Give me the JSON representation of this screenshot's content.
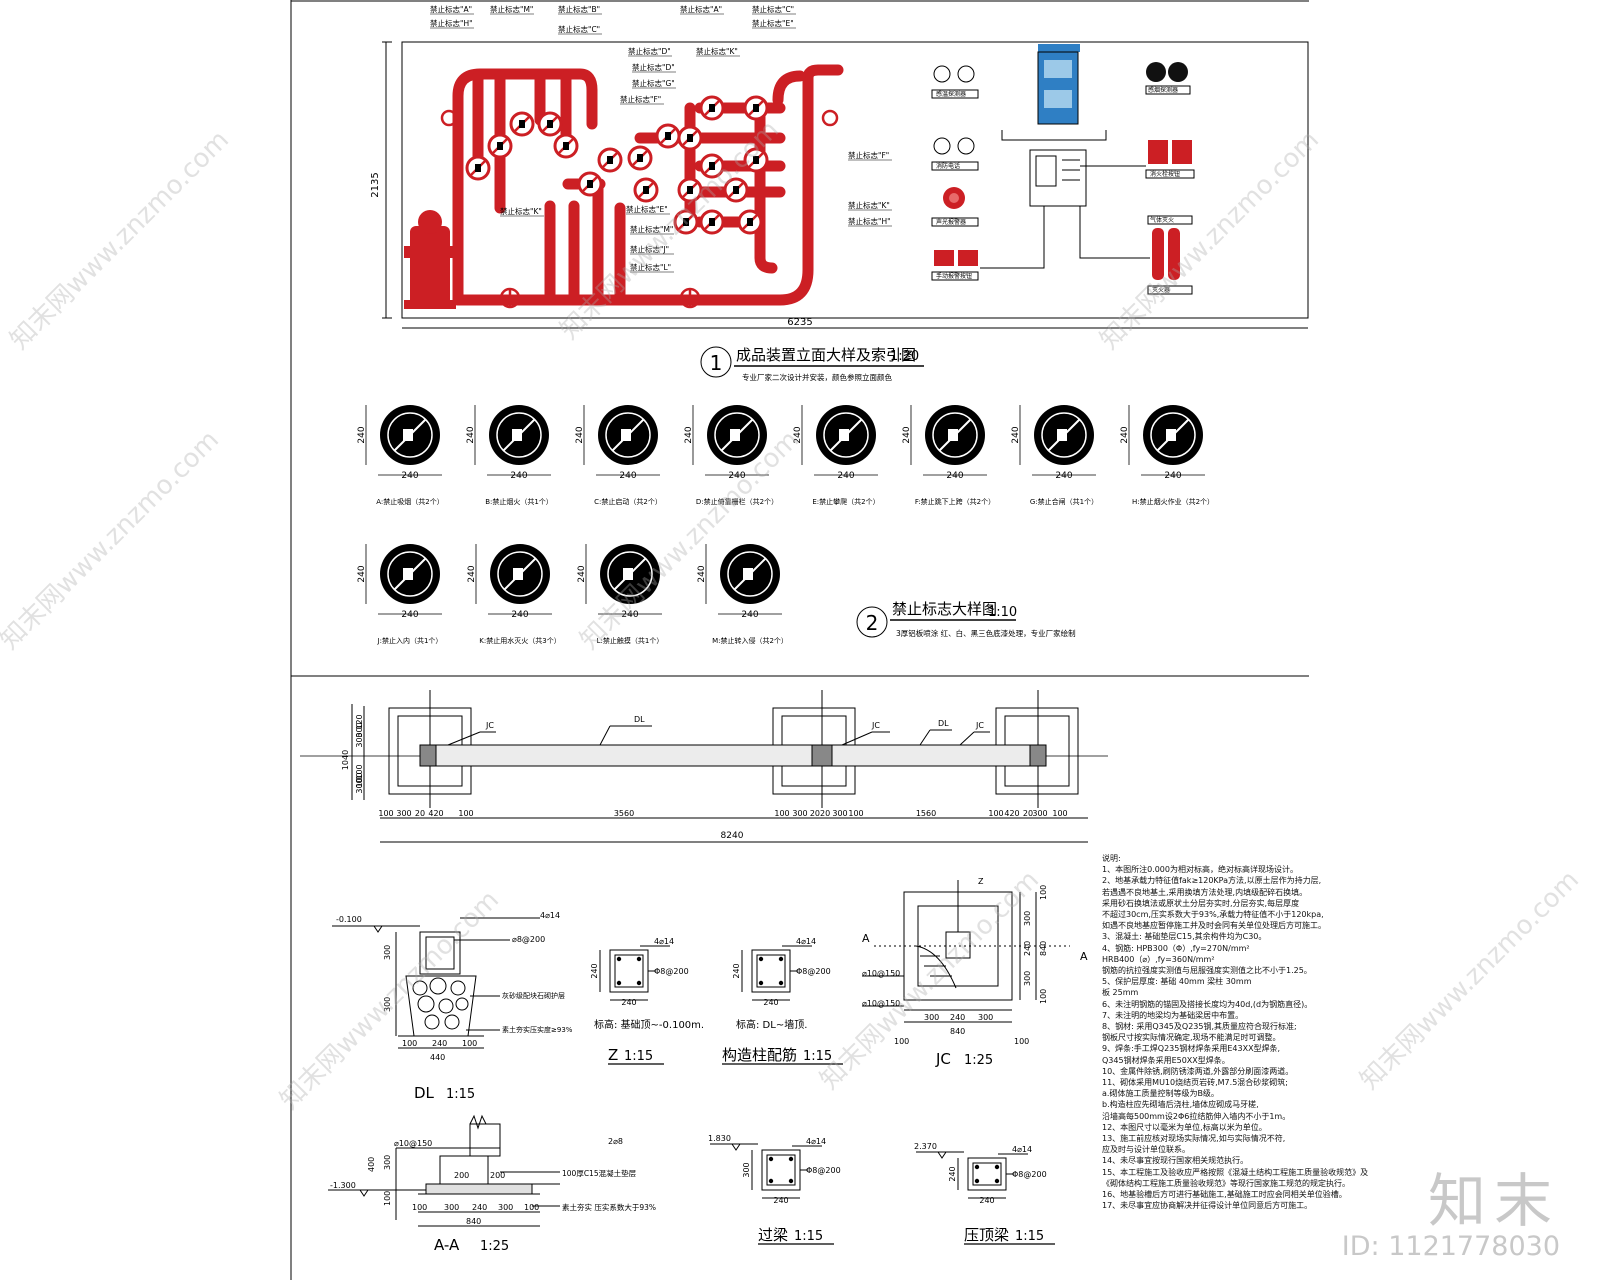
{
  "watermark": {
    "logo_text": "知末",
    "id_text": "ID: 1121778030",
    "site": "知末网www.znzmo.com"
  },
  "colors": {
    "pipe": "#cc1f24",
    "ink": "#000000",
    "panel_blue": "#2f7fc4"
  },
  "elevation": {
    "dim_height": "2135",
    "dim_width": "6235",
    "title_num": "1",
    "title": "成品装置立面大样及索引图",
    "scale": "1:20",
    "subtitle": "专业厂家二次设计并安装，颜色参照立面颜色",
    "callouts": [
      "禁止标志\"A\"",
      "禁止标志\"H\"",
      "禁止标志\"M\"",
      "禁止标志\"B\"",
      "禁止标志\"C\"",
      "禁止标志\"A\"",
      "禁止标志\"C\"",
      "禁止标志\"E\"",
      "禁止标志\"D\"",
      "禁止标志\"K\"",
      "禁止标志\"D\"",
      "禁止标志\"G\"",
      "禁止标志\"F\"",
      "禁止标志\"F\"",
      "禁止标志\"K\"",
      "禁止标志\"E\"",
      "禁止标志\"K\"",
      "禁止标志\"H\"",
      "禁止标志\"M\"",
      "禁止标志\"J\"",
      "禁止标志\"L\""
    ],
    "device_labels": [
      "感温探测器",
      "消防电话",
      "感烟探测器",
      "声光报警器",
      "手动报警按钮",
      "消火栓按钮",
      "气体灭火",
      "灭火器"
    ]
  },
  "signs": {
    "title_num": "2",
    "title": "禁止标志大样图",
    "scale": "1:10",
    "subtitle": "3厚铝板喷涂 红、白、黑三色底漆处理，专业厂家绘制",
    "dim": "240",
    "items": [
      {
        "label": "A:禁止吸烟（共2个）"
      },
      {
        "label": "B:禁止烟火（共1个）"
      },
      {
        "label": "C:禁止启动（共2个）"
      },
      {
        "label": "D:禁止倚靠栅栏（共2个）"
      },
      {
        "label": "E:禁止攀爬（共2个）"
      },
      {
        "label": "F:禁止跳下上跨（共2个）"
      },
      {
        "label": "G:禁止合闸（共1个）"
      },
      {
        "label": "H:禁止烟火作业（共2个）"
      },
      {
        "label": "J:禁止入内（共1个）"
      },
      {
        "label": "K:禁止用水灭火（共3个）"
      },
      {
        "label": "L:禁止触摸（共1个）"
      },
      {
        "label": "M:禁止转入侵（共2个）"
      }
    ]
  },
  "plan": {
    "labels": {
      "jc": "JC",
      "dl": "DL"
    },
    "left_dims": [
      "1040",
      "300",
      "120",
      "300",
      "100",
      "300",
      "100"
    ],
    "bottom_dims": [
      "100",
      "300",
      "20",
      "420",
      "100",
      "3560",
      "100",
      "300",
      "2020",
      "300",
      "100",
      "1560",
      "100",
      "420",
      "20",
      "300",
      "100"
    ],
    "total": "8240"
  },
  "details": {
    "dl": {
      "title": "DL",
      "scale": "1:15",
      "level": "-0.100",
      "rebar_top": "4⌀14",
      "stirrup": "⌀8@200",
      "note1": "灰砂级配块石砌护层",
      "note2": "素土夯实压实度≥93%",
      "d300a": "300",
      "d300b": "300",
      "d100a": "100",
      "d240": "240",
      "d100b": "100",
      "d440": "440"
    },
    "z": {
      "title": "Z",
      "scale": "1:15",
      "rebar": "4⌀14",
      "stirrup": "Φ8@200",
      "dim": "240",
      "dimw": "240",
      "note": "标高: 基础顶~-0.100m."
    },
    "gzz": {
      "title": "构造柱配筋",
      "scale": "1:15",
      "rebar": "4⌀14",
      "stirrup": "Φ8@200",
      "dim": "240",
      "dimw": "240",
      "note": "标高: DL~墙顶."
    },
    "jc": {
      "title": "JC",
      "scale": "1:25",
      "z": "Z",
      "a": "A",
      "bar1": "⌀10@150",
      "bar2": "⌀10@150",
      "d300": "300",
      "d240": "240",
      "d300b": "300",
      "dim840": "840",
      "dim100": "100",
      "dim100b": "100",
      "b300": "300",
      "b240": "240",
      "b300b": "300",
      "b840": "840",
      "b100": "100",
      "b100b": "100"
    },
    "aa": {
      "title": "A-A",
      "scale": "1:25",
      "bar": "⌀10@150",
      "level": "-1.300",
      "rebar": "2⌀8",
      "note1": "100厚C15混凝土垫层",
      "note2": "素土夯实 压实系数大于93%",
      "d400": "400",
      "d300": "300",
      "d100": "100",
      "d200a": "200",
      "d200b": "200",
      "b100a": "100",
      "b300a": "300",
      "b240": "240",
      "b300b": "300",
      "b100b": "100",
      "b840": "840"
    },
    "gl": {
      "title": "过梁",
      "scale": "1:15",
      "level": "1.830",
      "rebar": "4⌀14",
      "stirrup": "Φ8@200",
      "dim": "300",
      "dimw": "240"
    },
    "ydl": {
      "title": "压顶梁",
      "scale": "1:15",
      "level": "2.370",
      "rebar": "4⌀14",
      "stirrup": "Φ8@200",
      "dim": "240",
      "dimw": "240"
    }
  },
  "notes": [
    "说明:",
    "1、本图所注0.000为相对标高，绝对标高详现场设计。",
    "2、地基承载力特征值fak≥120KPa方法,以原土层作为持力层,",
    "    若遇遇不良地基土,采用换填方法处理,内填级配碎石换填。",
    "    采用砂石换填法或原状土分层夯实时,分层夯实,每层厚度",
    "    不超过30cm,压实系数大于93%,承载力特征值不小于120kpa,",
    "    如遇不良地基应暂停施工并及时会同有关单位处理后方可施工。",
    "3、混凝土: 基础垫层C15,其余构件均为C30。",
    "4、钢筋: HPB300（Φ）,fy=270N/mm²",
    "          HRB400（⌀）,fy=360N/mm²",
    "    钢筋的抗拉强度实测值与屈服强度实测值之比不小于1.25。",
    "5、保护层厚度: 基础 40mm 梁柱 30mm",
    "    板 25mm",
    "6、未注明钢筋的锚固及搭接长度均为40d,(d为钢筋直径)。",
    "7、未注明的地梁均为基础梁居中布置。",
    "8、钢材: 采用Q345及Q235钢,其质量应符合现行标准;",
    "    钢板尺寸按实际情况确定,现场不能满足时可调整。",
    "9、焊条:手工焊Q235钢材焊条采用E43XX型焊条,",
    "    Q345钢材焊条采用E50XX型焊条。",
    "10、金属件除锈,刷防锈漆两道,外露部分刷面漆两道。",
    "11、砌体采用MU10烧结页岩砖,M7.5混合砂浆砌筑;",
    "    a.砌体施工质量控制等级为B级。",
    "    b.构造柱应先砌墙后浇柱,墙体应砌成马牙槎,",
    "    沿墙高每500mm设2Φ6拉结筋伸入墙内不小于1m。",
    "12、本图尺寸以毫米为单位,标高以米为单位。",
    "13、施工前应核对现场实际情况,如与实际情况不符,",
    "    应及时与设计单位联系。",
    "14、未尽事宜按现行国家相关规范执行。",
    "15、本工程施工及验收应严格按照《混凝土结构工程施工质量验收规范》及",
    "    《砌体结构工程施工质量验收规范》等现行国家施工规范的规定执行。",
    "16、地基验槽后方可进行基础施工,基础施工时应会同相关单位验槽。",
    "17、未尽事宜应协商解决并征得设计单位同意后方可施工。"
  ]
}
